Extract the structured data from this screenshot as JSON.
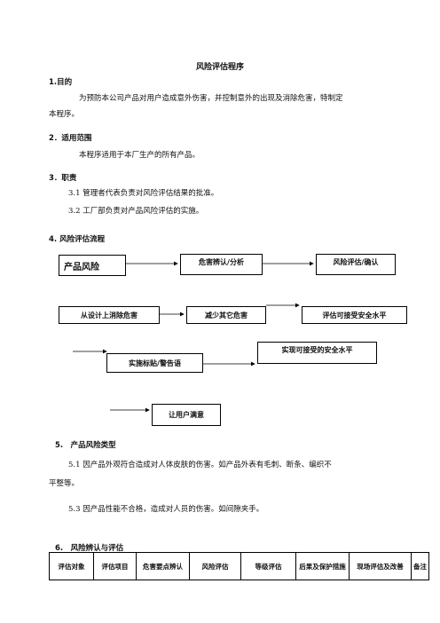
{
  "title": "风险评估程序",
  "section1": {
    "heading": "1.目的",
    "line1": "为预防本公司产品对用户造成意外伤害，并控制意外的出现及消除危害，特制定",
    "line2": "本程序。"
  },
  "section2": {
    "heading": "2．适用范围",
    "line1": "本程序适用于本厂生产的所有产品。"
  },
  "section3": {
    "heading": "3．职责",
    "item1": "3.1 管理者代表负责对风险评估结果的批准。",
    "item2": "3.2 工厂部负责对产品风险评估的实施。"
  },
  "section4": {
    "heading": "4. 风险评估流程",
    "flow": {
      "product_risk": "产品风险",
      "hazard_identify": "危害辨认/分析",
      "risk_assess": "风险评估/确认",
      "design_eliminate": "从设计上消除危害",
      "reduce_other": "减少其它危害",
      "assess_acceptable": "评估可接受安全水平",
      "achieve_acceptable": "实现可接受的安全水平",
      "labels_warnings": "实施标贴/警告语",
      "user_satisfied": "让用户满意"
    }
  },
  "section5": {
    "heading": "5.　产品风险类型",
    "item1_line1": "5.1 因产品外观符合造成对人体皮肤的伤害。如产品外表有毛刺、断条、编织不",
    "item1_line2": "平整等。",
    "item2": "5.3 因产品性能不合格，造成对人员的伤害。如间隙夹手。"
  },
  "section6": {
    "heading": "6.　风险辨认与评估",
    "columns": [
      "评估对象",
      "评估项目",
      "危害要点辨认",
      "风险评估",
      "等级评估",
      "后果及保护措施",
      "现场评估及改善",
      "备注"
    ]
  }
}
